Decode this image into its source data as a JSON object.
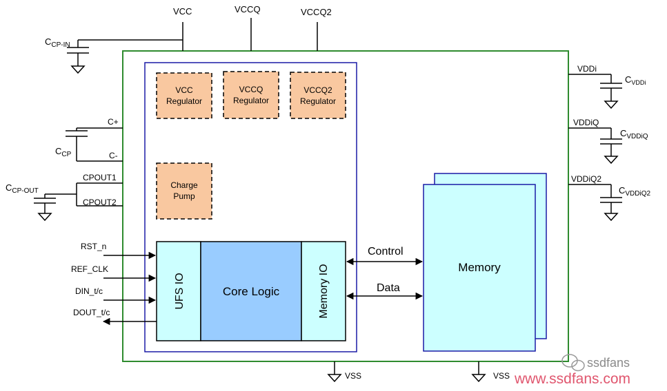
{
  "supplies": {
    "vcc": "VCC",
    "vccq": "VCCQ",
    "vccq2": "VCCQ2"
  },
  "pins_left": {
    "c_plus": "C+",
    "c_minus": "C-",
    "cpout1": "CPOUT1",
    "cpout2": "CPOUT2",
    "rst_n": "RST_n",
    "ref_clk": "REF_CLK",
    "din": "DIN_t/c",
    "dout": "DOUT_t/c"
  },
  "capacitors_left": {
    "ccp_in": {
      "main": "C",
      "sub": "CP-IN"
    },
    "ccp": {
      "main": "C",
      "sub": "CP"
    },
    "ccp_out": {
      "main": "C",
      "sub": "CP-OUT"
    }
  },
  "pins_right": {
    "vddi": "VDDi",
    "vddiq": "VDDiQ",
    "vddiq2": "VDDiQ2"
  },
  "capacitors_right": {
    "cvddi": {
      "main": "C",
      "sub": "VDDi"
    },
    "cvddiq": {
      "main": "C",
      "sub": "VDDiQ"
    },
    "cvddiq2": {
      "main": "C",
      "sub": "VDDiQ2"
    }
  },
  "blocks": {
    "vcc_regulator": [
      "VCC",
      "Regulator"
    ],
    "vccq_regulator": [
      "VCCQ",
      "Regulator"
    ],
    "vccq2_regulator": [
      "VCCQ2",
      "Regulator"
    ],
    "charge_pump": [
      "Charge",
      "Pump"
    ],
    "ufs_io": "UFS IO",
    "core_logic": "Core Logic",
    "memory_io": "Memory IO",
    "memory": "Memory"
  },
  "buses": {
    "control": "Control",
    "data": "Data"
  },
  "ground": {
    "vss_1": "VSS",
    "vss_2": "VSS"
  },
  "watermark": {
    "brand": "ssdfans",
    "url": "www.ssdfans.com"
  },
  "colors": {
    "outer_border": "#2e8b2e",
    "inner_border": "#1a1aa6",
    "regulator_fill": "#f9c8a0",
    "io_fill": "#ccffff",
    "core_fill": "#99ccff",
    "memory_fill": "#ccffff",
    "watermark": "#e0566e"
  }
}
